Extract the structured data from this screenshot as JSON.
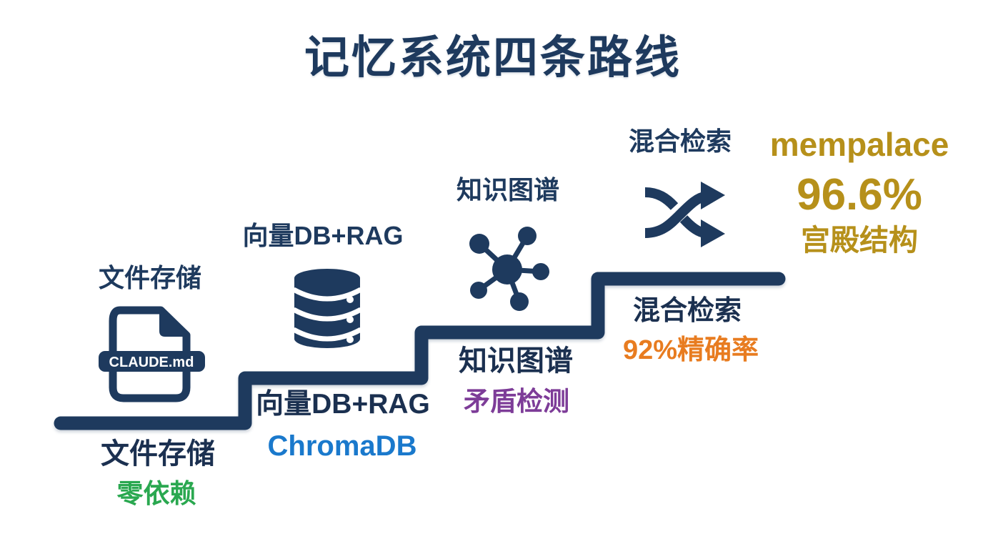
{
  "title": "记忆系统四条路线",
  "colors": {
    "navy": "#1e3a5e",
    "dark_label": "#1b3050",
    "green": "#2aa850",
    "blue": "#1a79cc",
    "purple": "#7d3c98",
    "orange": "#e87c20",
    "gold": "#b6901a",
    "background": "#ffffff"
  },
  "steps": [
    {
      "top_label": "文件存储",
      "icon": "document-icon",
      "icon_text": "CLAUDE.md",
      "name": "文件存储",
      "feature": "零依赖",
      "feature_color": "#2aa850"
    },
    {
      "top_label": "向量DB+RAG",
      "icon": "database-icon",
      "name": "向量DB+RAG",
      "feature": "ChromaDB",
      "feature_color": "#1a79cc"
    },
    {
      "top_label": "知识图谱",
      "icon": "network-graph-icon",
      "name": "知识图谱",
      "feature": "矛盾检测",
      "feature_color": "#7d3c98"
    },
    {
      "top_label": "混合检索",
      "icon": "shuffle-icon",
      "name": "混合检索",
      "feature": "92%精确率",
      "feature_color": "#e87c20"
    }
  ],
  "result": {
    "name": "mempalace",
    "score": "96.6%",
    "structure": "宫殿结构",
    "color": "#b6901a"
  }
}
